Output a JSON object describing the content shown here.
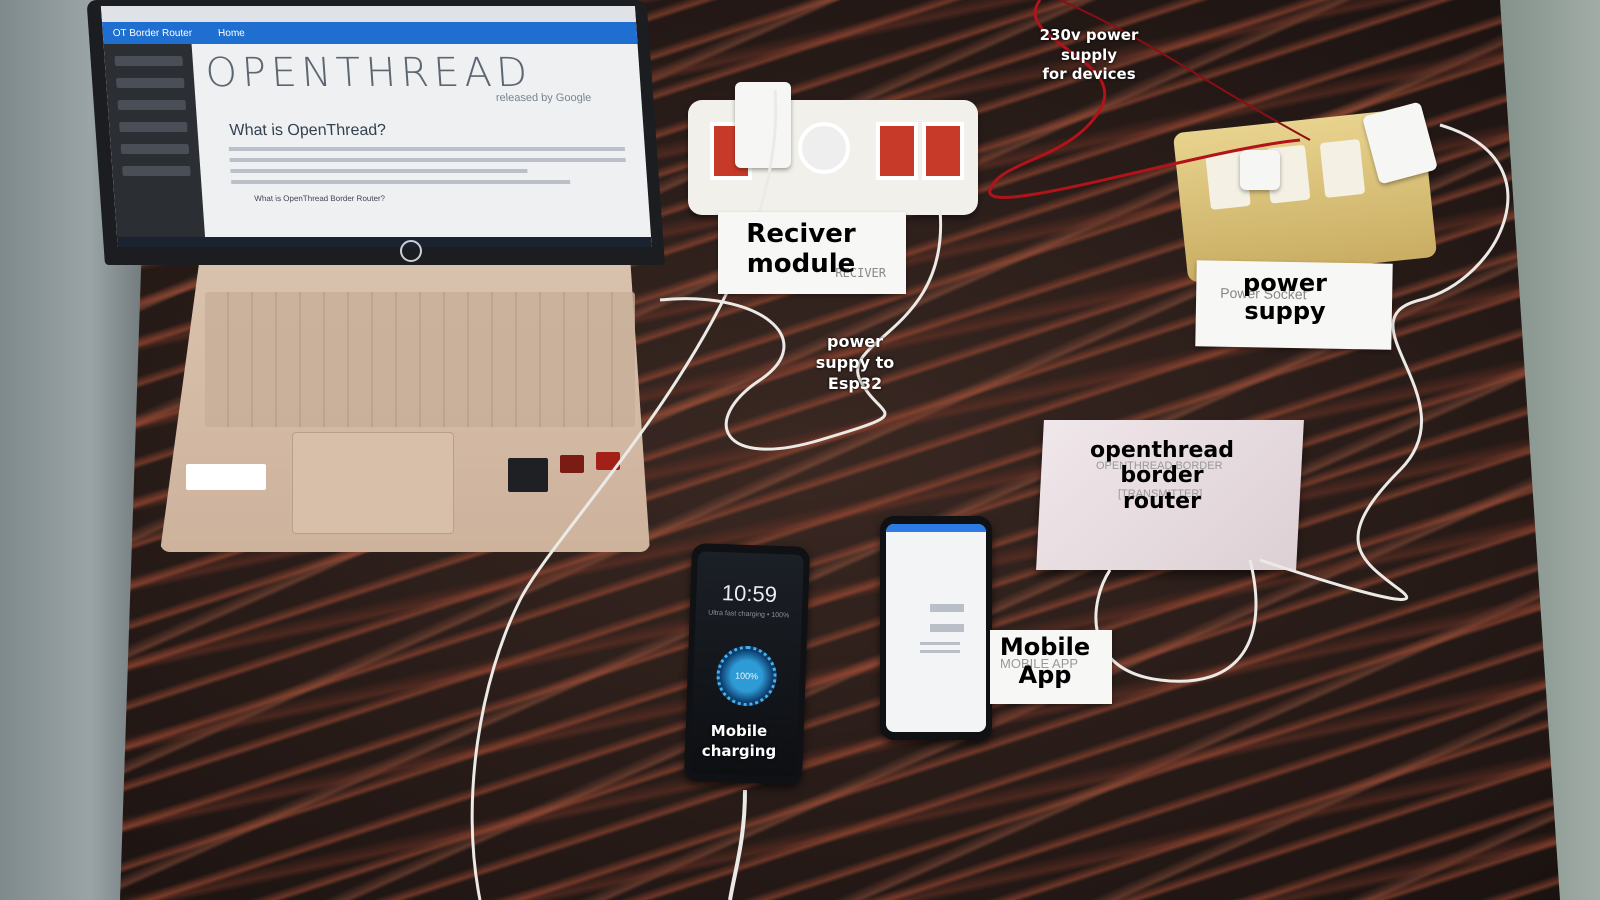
{
  "scene": {
    "description_labels": {
      "receiver": "Reciver\nmodule",
      "power_230": "230v power\nsupply\nfor devices",
      "power_supply": "power\nsuppy",
      "esp32": "power\nsuppy to\nEsp32",
      "border_router": "openthread\nborder\nrouter",
      "mobile_app": "Mobile\nApp",
      "mobile_charging": "Mobile\ncharging"
    },
    "laptop_screen": {
      "tab_title": "OT Border Router",
      "nav_home": "Home",
      "logo": "OPENTHREAD",
      "logo_sub": "released by Google",
      "heading": "What is OpenThread?",
      "subheading": "What is OpenThread Border Router?"
    },
    "phone_lock": {
      "time": "10:59",
      "status": "Ultra fast charging • 100%",
      "percent": "100%"
    },
    "handwritten": {
      "receiver_note": "RECIVER",
      "power_note": "Power Socket",
      "router_note": "OPENTHREAD BORDER",
      "router_note2": "[TRANSMITTER]",
      "app_note": "MOBILE APP"
    }
  }
}
